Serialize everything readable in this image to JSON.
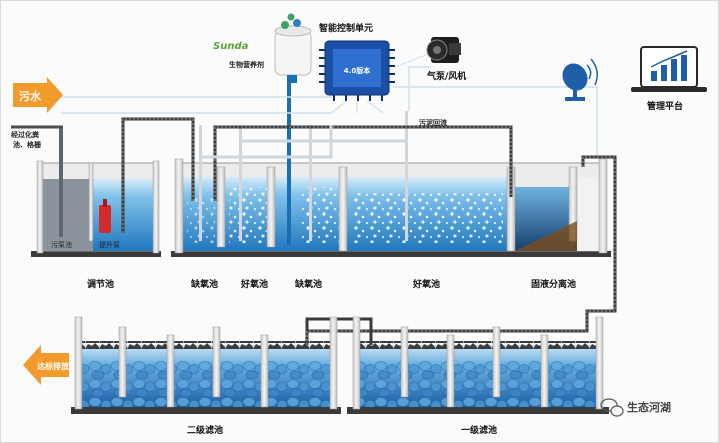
{
  "labels": {
    "influent": "污水",
    "pretreat": "经过化粪池、格栅",
    "nutrient_brand": "Sunda",
    "nutrient": "生物营养剂",
    "controller_title": "智能控制单元",
    "controller_screen": "4.0版本",
    "blower": "气泵/风机",
    "platform": "管理平台",
    "sludge_return": "污泥回流",
    "wellin": "污泵池",
    "pump": "提升泵",
    "regulating": "调节池",
    "anoxic1": "缺氧池",
    "aerobic1": "好氧池",
    "anoxic2": "缺氧池",
    "aerobic2": "好氧池",
    "separator": "固液分离池",
    "effluent": "达标排放",
    "filter2": "二级滤池",
    "filter1": "一级滤池",
    "watermark": "生态河湖"
  },
  "colors": {
    "accent": "#f39a2c",
    "water": "#4aa6df",
    "deep_water": "#1a6fb3",
    "pipe": "#3a3a3a",
    "air": "#cfd7dd",
    "controller": "#1c4fa8"
  }
}
